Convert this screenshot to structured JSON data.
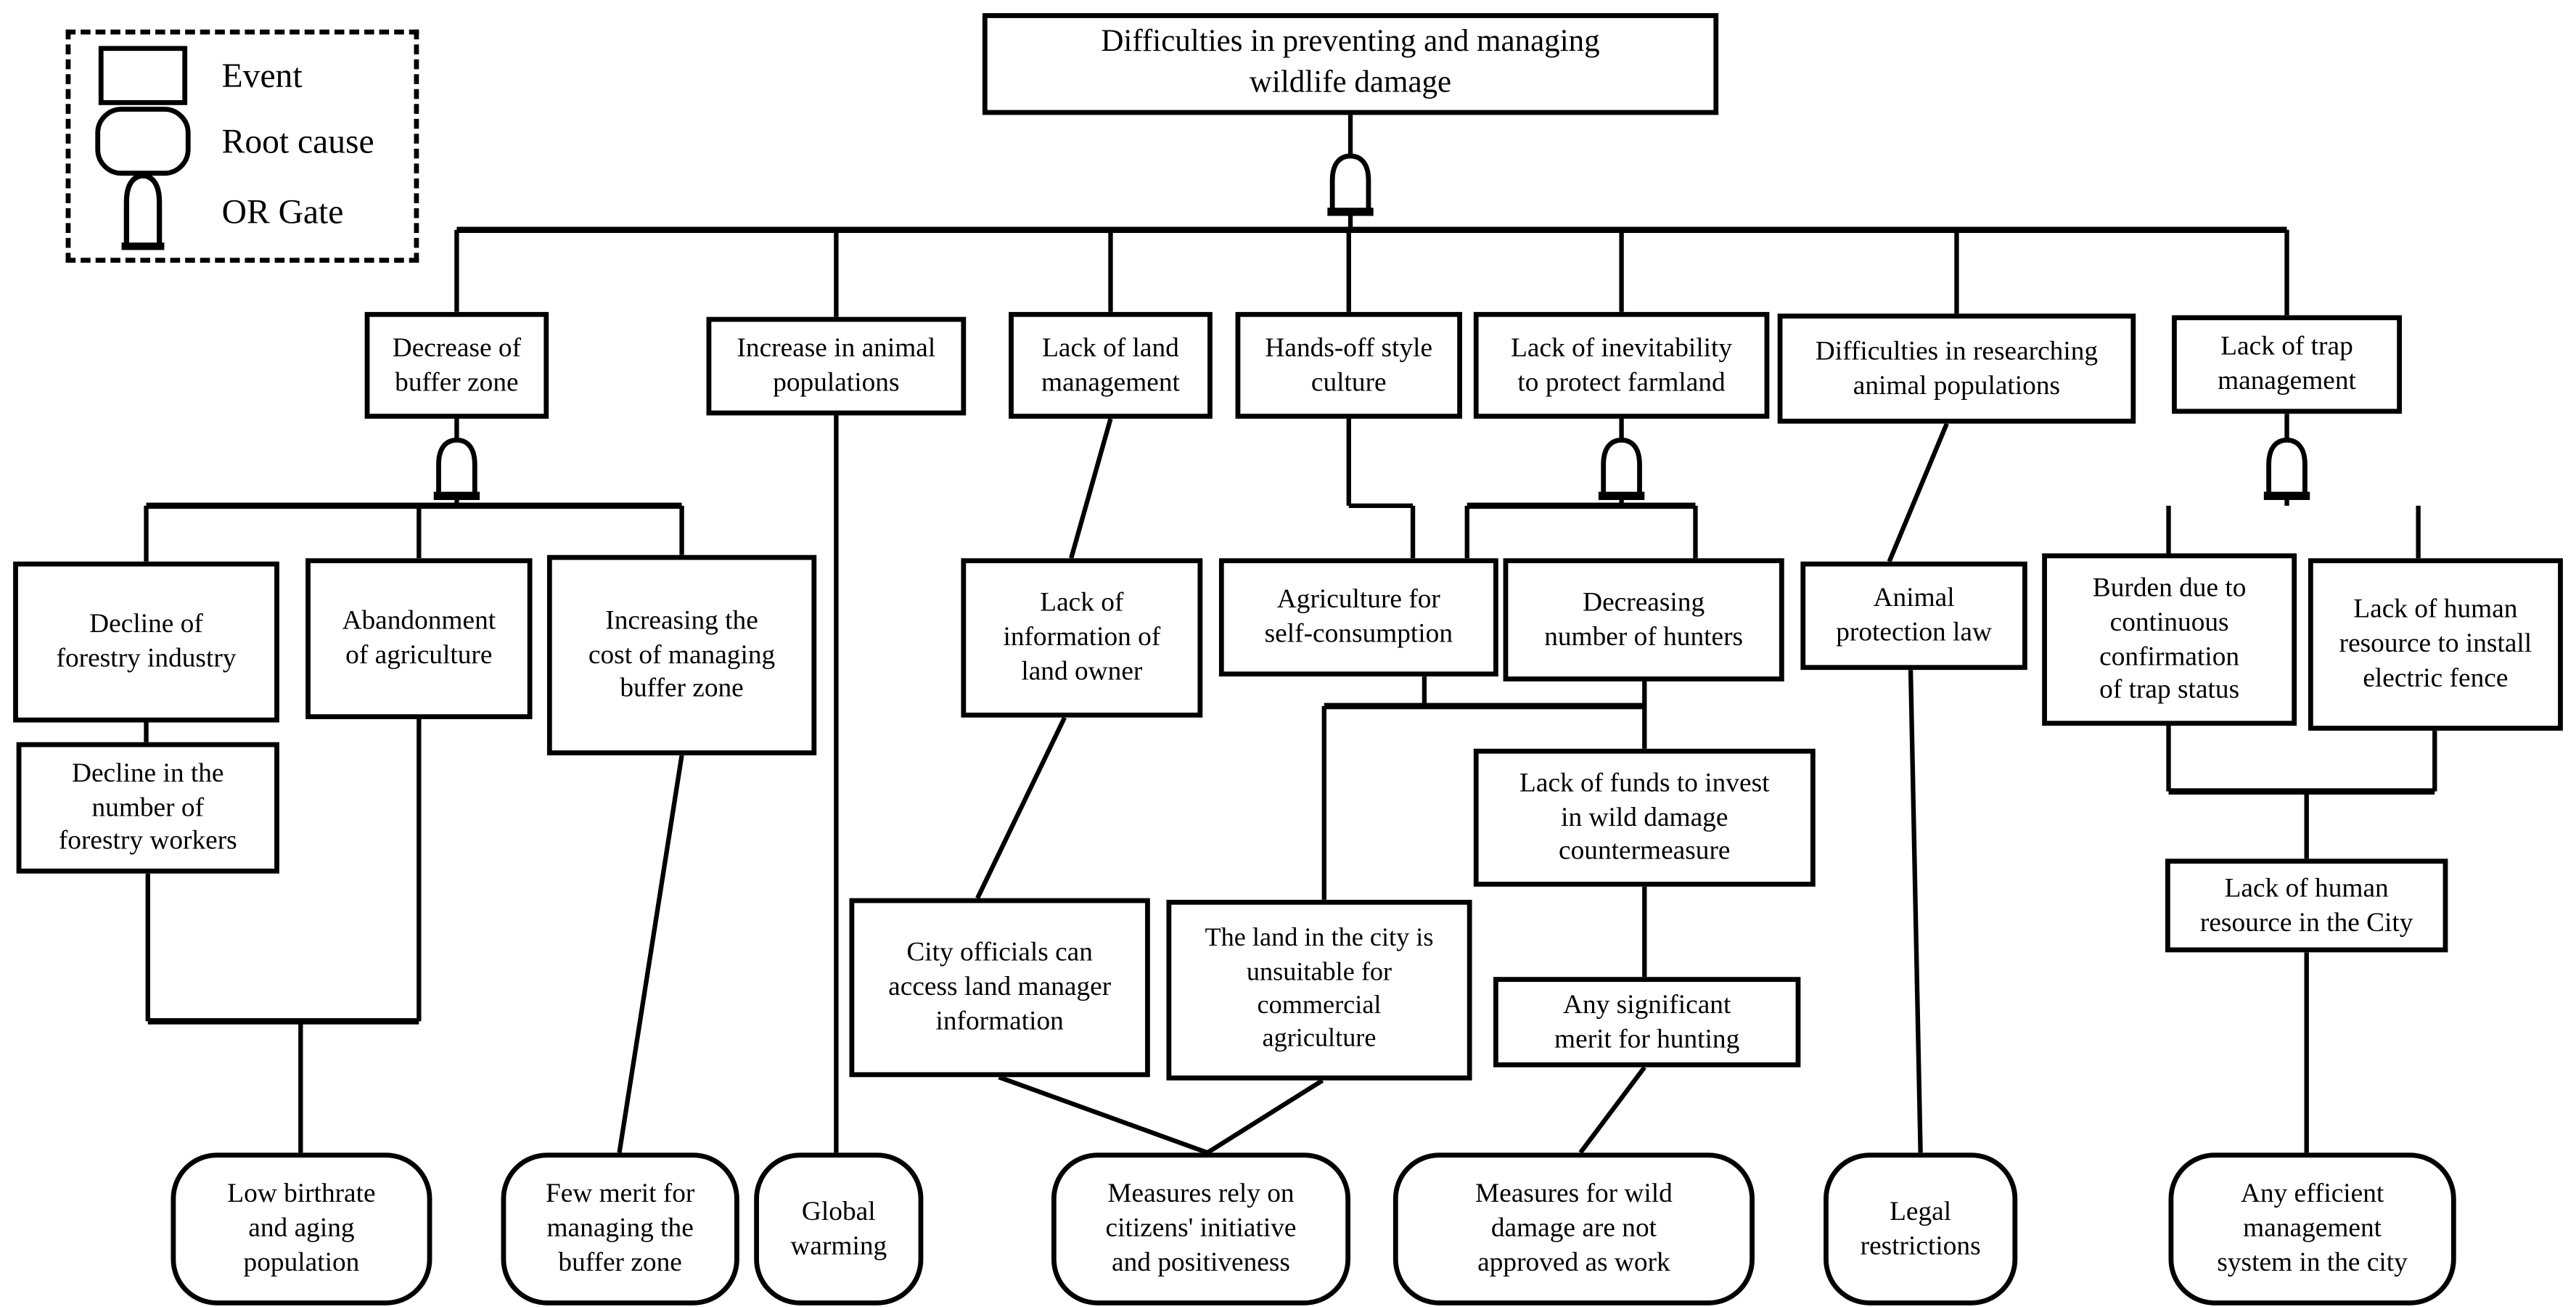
{
  "colors": {
    "foreground": "#000000",
    "background": "#ffffff"
  },
  "legend": {
    "event": "Event",
    "root_cause": "Root cause",
    "or_gate": "OR Gate"
  },
  "nodes": {
    "root": "Difficulties in preventing and managing\nwildlife damage",
    "decrease_buffer_zone": "Decrease of\nbuffer zone",
    "increase_animal_populations": "Increase in animal\npopulations",
    "lack_land_management": "Lack of land\nmanagement",
    "hands_off_culture": "Hands-off style\nculture",
    "lack_inevitability_farmland": "Lack of inevitability\nto protect farmland",
    "difficulties_researching_populations": "Difficulties in researching\nanimal populations",
    "lack_trap_management": "Lack of trap\nmanagement",
    "decline_forestry_industry": "Decline of\nforestry industry",
    "abandonment_agriculture": "Abandonment\nof agriculture",
    "increasing_cost_buffer": "Increasing the\ncost of managing\nbuffer zone",
    "lack_info_land_owner": "Lack of\ninformation of\nland owner",
    "agriculture_self_consumption": "Agriculture for\nself-consumption",
    "decreasing_hunters": "Decreasing\nnumber of hunters",
    "animal_protection_law": "Animal\nprotection law",
    "burden_trap_status": "Burden due to\ncontinuous\nconfirmation\nof trap status",
    "lack_hr_electric_fence": "Lack of human\nresource to install\nelectric fence",
    "decline_forestry_workers": "Decline in the\nnumber of\nforestry workers",
    "lack_funds_wild_damage": "Lack of funds to invest\nin wild damage\ncountermeasure",
    "lack_hr_city": "Lack of human\nresource in the City",
    "city_officials_access": "City officials can\naccess land manager\ninformation",
    "land_unsuitable": "The land in the city is\nunsuitable for\ncommercial\nagriculture",
    "any_merit_hunting": "Any significant\nmerit for hunting",
    "low_birthrate": "Low birthrate\nand aging\npopulation",
    "few_merit_buffer": "Few merit for\nmanaging the\nbuffer zone",
    "global_warming": "Global\nwarming",
    "measures_citizens": "Measures rely on\ncitizens' initiative\nand positiveness",
    "measures_not_work": "Measures for wild\ndamage are not\napproved as work",
    "legal_restrictions": "Legal\nrestrictions",
    "any_efficient_system": "Any efficient\nmanagement\nsystem in the city"
  },
  "structure": {
    "edges": [
      {
        "from": "root",
        "gate": "or",
        "to": [
          "decrease_buffer_zone",
          "increase_animal_populations",
          "lack_land_management",
          "hands_off_culture",
          "lack_inevitability_farmland",
          "difficulties_researching_populations",
          "lack_trap_management"
        ]
      },
      {
        "from": "decrease_buffer_zone",
        "gate": "or",
        "to": [
          "decline_forestry_industry",
          "abandonment_agriculture",
          "increasing_cost_buffer"
        ]
      },
      {
        "from": "decline_forestry_industry",
        "to": [
          "decline_forestry_workers"
        ]
      },
      {
        "from": "decline_forestry_workers",
        "to": [
          "low_birthrate"
        ]
      },
      {
        "from": "abandonment_agriculture",
        "to": [
          "low_birthrate"
        ]
      },
      {
        "from": "increasing_cost_buffer",
        "to": [
          "few_merit_buffer"
        ]
      },
      {
        "from": "increase_animal_populations",
        "to": [
          "global_warming"
        ]
      },
      {
        "from": "lack_land_management",
        "to": [
          "lack_info_land_owner"
        ]
      },
      {
        "from": "lack_info_land_owner",
        "to": [
          "city_officials_access"
        ]
      },
      {
        "from": "city_officials_access",
        "to": [
          "measures_citizens"
        ]
      },
      {
        "from": "land_unsuitable",
        "to": [
          "measures_citizens"
        ]
      },
      {
        "from": "hands_off_culture",
        "to": [
          "agriculture_self_consumption"
        ]
      },
      {
        "from": "lack_inevitability_farmland",
        "gate": "or",
        "to": [
          "agriculture_self_consumption",
          "decreasing_hunters"
        ]
      },
      {
        "from": "agriculture_self_consumption",
        "to": [
          "land_unsuitable",
          "lack_funds_wild_damage"
        ]
      },
      {
        "from": "decreasing_hunters",
        "to": [
          "land_unsuitable",
          "lack_funds_wild_damage"
        ]
      },
      {
        "from": "lack_funds_wild_damage",
        "to": [
          "any_merit_hunting"
        ]
      },
      {
        "from": "any_merit_hunting",
        "to": [
          "measures_not_work"
        ]
      },
      {
        "from": "difficulties_researching_populations",
        "to": [
          "animal_protection_law"
        ]
      },
      {
        "from": "animal_protection_law",
        "to": [
          "legal_restrictions"
        ]
      },
      {
        "from": "lack_trap_management",
        "gate": "or",
        "to": [
          "burden_trap_status",
          "lack_hr_electric_fence"
        ]
      },
      {
        "from": "burden_trap_status",
        "to": [
          "lack_hr_city"
        ]
      },
      {
        "from": "lack_hr_electric_fence",
        "to": [
          "lack_hr_city"
        ]
      },
      {
        "from": "lack_hr_city",
        "to": [
          "any_efficient_system"
        ]
      }
    ]
  }
}
